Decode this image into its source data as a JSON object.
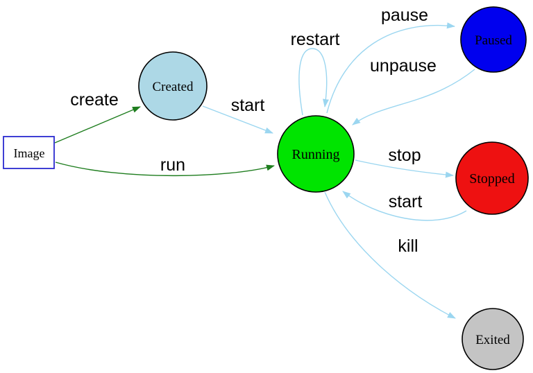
{
  "diagram": {
    "description": "Container lifecycle state diagram",
    "palette": {
      "edge_primary": "#9bd6f0",
      "edge_secondary": "#1e7d1e",
      "node_border": "#000000",
      "image_border": "#2a2ad0",
      "background": "#ffffff"
    },
    "nodes": [
      {
        "id": "image",
        "label": "Image",
        "shape": "rect",
        "fill": "#ffffff"
      },
      {
        "id": "created",
        "label": "Created",
        "shape": "circle",
        "fill": "#add8e6"
      },
      {
        "id": "running",
        "label": "Running",
        "shape": "circle",
        "fill": "#00e400"
      },
      {
        "id": "paused",
        "label": "Paused",
        "shape": "circle",
        "fill": "#0000ee"
      },
      {
        "id": "stopped",
        "label": "Stopped",
        "shape": "circle",
        "fill": "#ee1111"
      },
      {
        "id": "exited",
        "label": "Exited",
        "shape": "circle",
        "fill": "#c4c4c4"
      }
    ],
    "edges": [
      {
        "from": "image",
        "to": "created",
        "label": "create",
        "color": "#1e7d1e"
      },
      {
        "from": "image",
        "to": "running",
        "label": "run",
        "color": "#1e7d1e"
      },
      {
        "from": "created",
        "to": "running",
        "label": "start",
        "color": "#9bd6f0"
      },
      {
        "from": "running",
        "to": "running",
        "label": "restart",
        "color": "#9bd6f0"
      },
      {
        "from": "running",
        "to": "paused",
        "label": "pause",
        "color": "#9bd6f0"
      },
      {
        "from": "paused",
        "to": "running",
        "label": "unpause",
        "color": "#9bd6f0"
      },
      {
        "from": "running",
        "to": "stopped",
        "label": "stop",
        "color": "#9bd6f0"
      },
      {
        "from": "stopped",
        "to": "running",
        "label": "start",
        "color": "#9bd6f0"
      },
      {
        "from": "running",
        "to": "exited",
        "label": "kill",
        "color": "#9bd6f0"
      }
    ]
  }
}
